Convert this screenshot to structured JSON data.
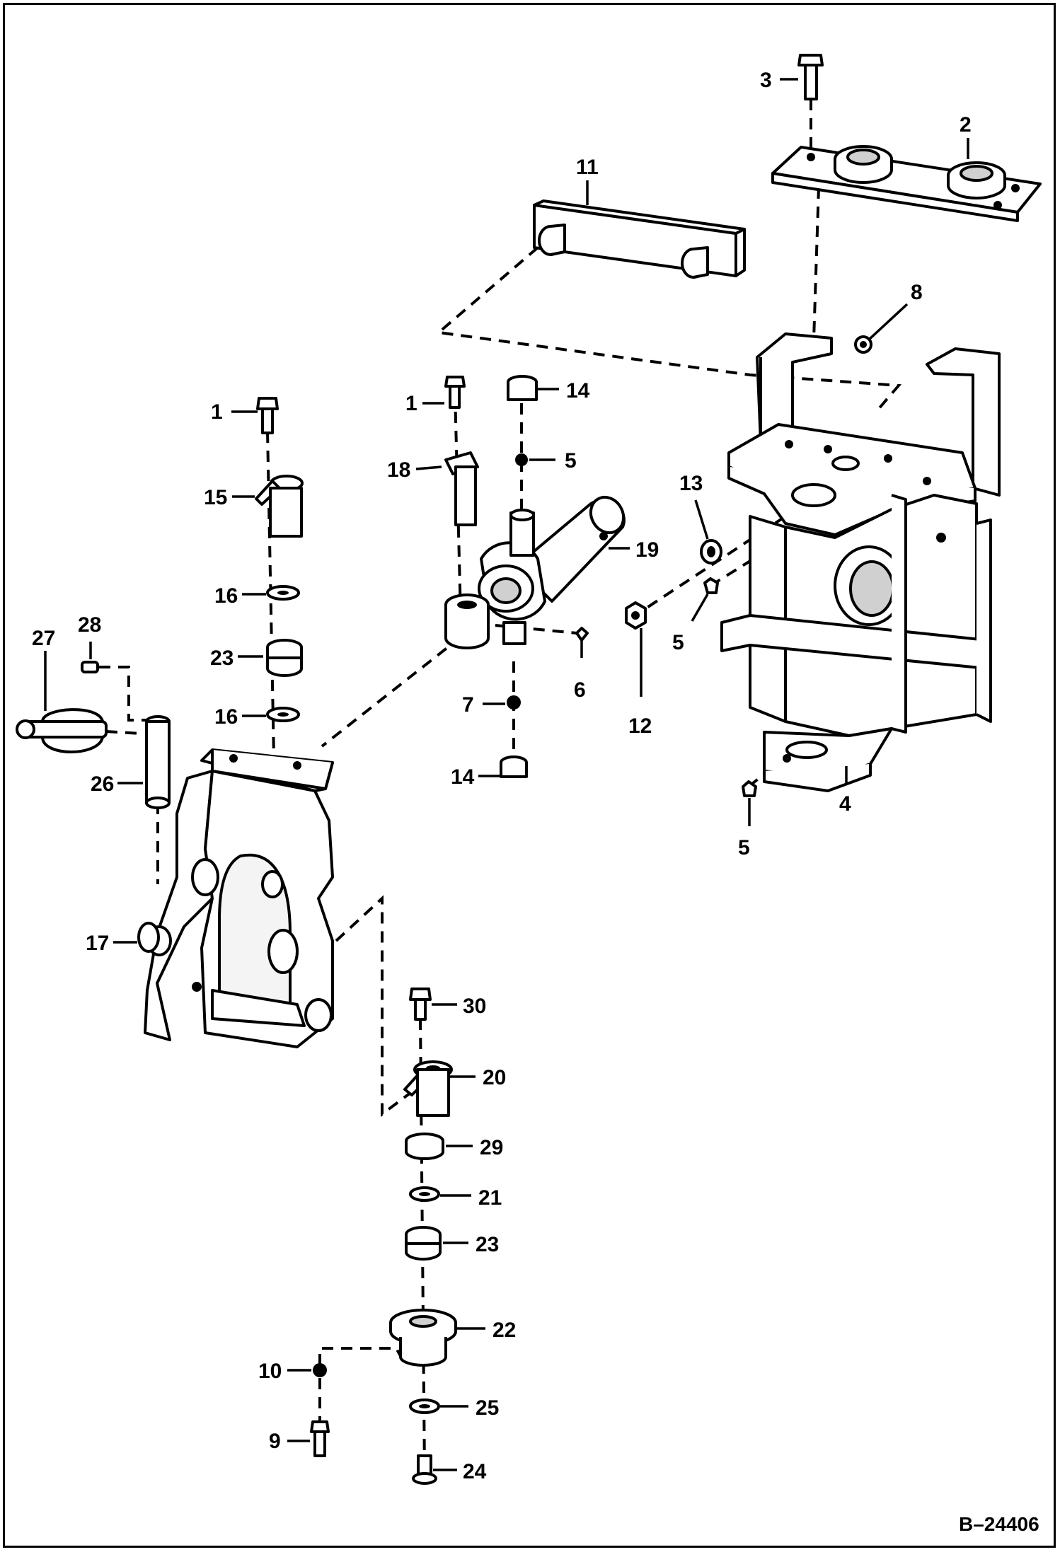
{
  "drawing_number": "B–24406",
  "callouts": [
    "1",
    "1",
    "2",
    "3",
    "4",
    "5",
    "5",
    "5",
    "6",
    "7",
    "8",
    "9",
    "10",
    "11",
    "12",
    "13",
    "14",
    "14",
    "15",
    "16",
    "16",
    "17",
    "18",
    "19",
    "20",
    "21",
    "22",
    "23",
    "23",
    "24",
    "25",
    "26",
    "27",
    "28",
    "29",
    "30"
  ]
}
